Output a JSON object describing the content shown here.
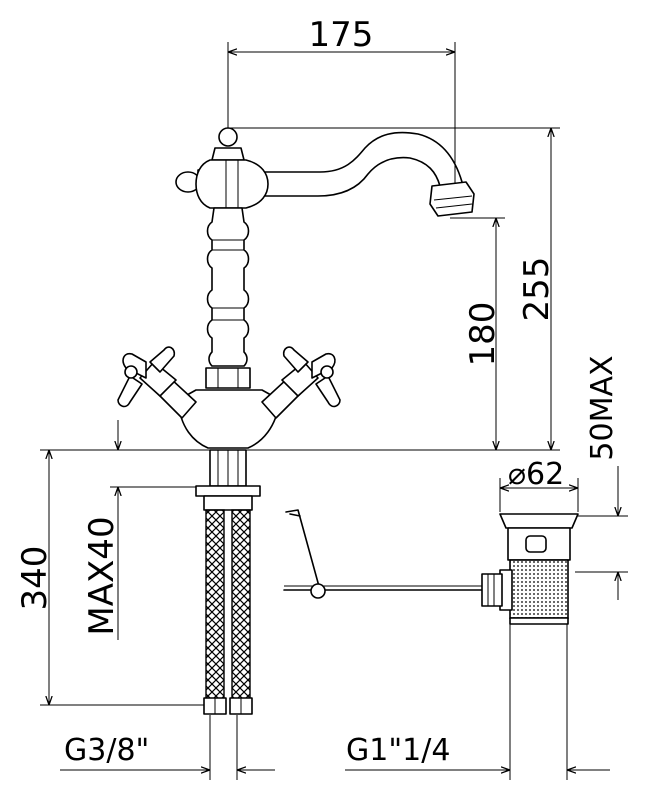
{
  "dimensions": {
    "spout_reach": "175",
    "total_height": "255",
    "spout_height": "180",
    "max_deck": "MAX40",
    "pipe_length": "340",
    "waste_max": "50MAX",
    "waste_diameter": "⌀62",
    "supply_thread": "G3/8\"",
    "waste_thread": "G1\"1/4"
  }
}
